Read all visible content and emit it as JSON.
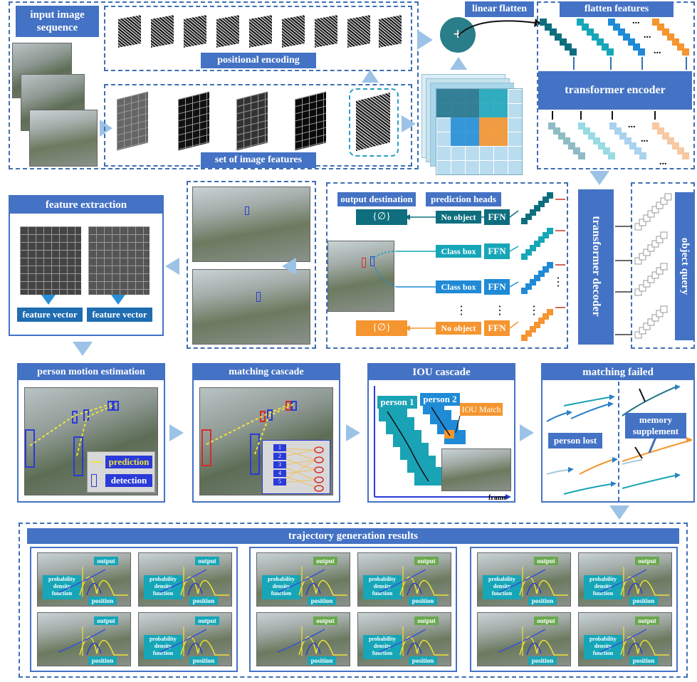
{
  "top": {
    "input_image_sequence": "input image\nsequence",
    "positional_encoding": "positional encoding",
    "set_of_image_features": "set of image features",
    "linear_flatten": "linear flatten",
    "flatten_features": "flatten features",
    "transformer_encoder": "transformer encoder",
    "ellipsis": "...",
    "plus": "+"
  },
  "middle": {
    "feature_extraction": "feature extraction",
    "feature_vector_1": "feature vector",
    "feature_vector_2": "feature vector",
    "output_destination": "output destination",
    "prediction_heads": "prediction heads",
    "no_object_1": "No object",
    "no_object_2": "No object",
    "class_box_1": "Class box",
    "class_box_2": "Class box",
    "ffn": "FFN",
    "empty_set": "{∅}",
    "transformer_decoder": "transformer decoder",
    "object_query": "object query",
    "vdots": "⋮"
  },
  "row3": {
    "person_motion_estimation": "person motion estimation",
    "prediction": "prediction",
    "detection": "detection",
    "matching_cascade": "matching cascade",
    "iou_cascade": "IOU cascade",
    "person_1": "person 1",
    "person_2": "person 2",
    "iou_match": "IOU Match",
    "frame": "frame",
    "matching_failed": "matching failed",
    "person_lost": "person lost",
    "memory_supplement": "memory\nsupplement",
    "list_numbers": [
      "1",
      "2",
      "3",
      "4",
      "5"
    ]
  },
  "bottom": {
    "trajectory_generation_results": "trajectory generation results",
    "output": "output",
    "position": "position",
    "pdf": "probability\ndensity\nfunction"
  },
  "colors": {
    "blue_header": "#4472c4",
    "teal_dark": "#0e6e7e",
    "teal": "#16a6b8",
    "blue_mid": "#1f8ad6",
    "orange": "#f5952f",
    "dash_border": "#3f6fb5"
  }
}
